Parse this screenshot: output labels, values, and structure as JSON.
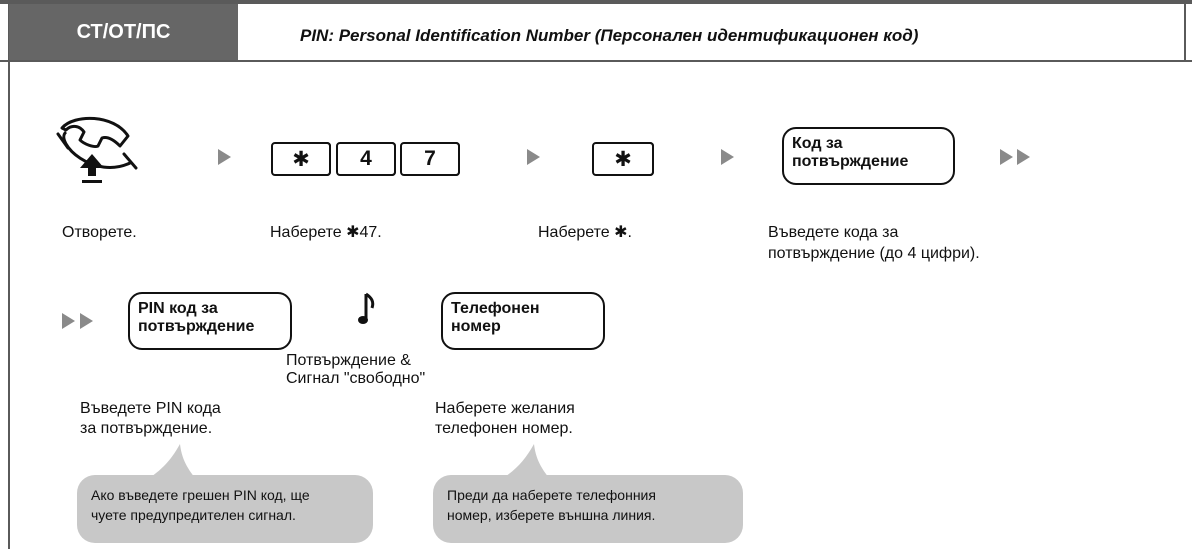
{
  "header": {
    "tag": "СТ/ОТ/ПС",
    "title": "PIN: Personal Identification Number (Персонален идентификационен код)"
  },
  "step1": {
    "keys": [
      "✱",
      "4",
      "7"
    ],
    "star_key": "✱",
    "code_box": "Код за\nпотвърждение",
    "captions": {
      "open": "Отворете.",
      "dial_47": "Наберете ✱47.",
      "dial_star": "Наберете ✱.",
      "enter_code_line1": "Въведете кода за",
      "enter_code_line2": "потвърждение (до 4 цифри)."
    }
  },
  "step2": {
    "pin_box": "PIN код за\nпотвърждение",
    "phone_box": "Телефонен\nномер",
    "tone_line1": "Потвърждение &",
    "tone_line2": "Сигнал \"свободно\"",
    "captions": {
      "enter_pin_line1": "Въведете PIN кода",
      "enter_pin_line2": "за потвърждение.",
      "dial_number_line1": "Наберете желания",
      "dial_number_line2": "телефонен номер."
    }
  },
  "notes": {
    "wrong_pin_line1": "Ако въведете грешен PIN код, ще",
    "wrong_pin_line2": "чуете предупредителен сигнал.",
    "outside_line_line1": "Преди да наберете телефонния",
    "outside_line_line2": "номер, изберете външна линия."
  },
  "colors": {
    "tag_bg": "#666666",
    "arrow": "#8a8a8a",
    "bubble": "#c8c8c8"
  }
}
